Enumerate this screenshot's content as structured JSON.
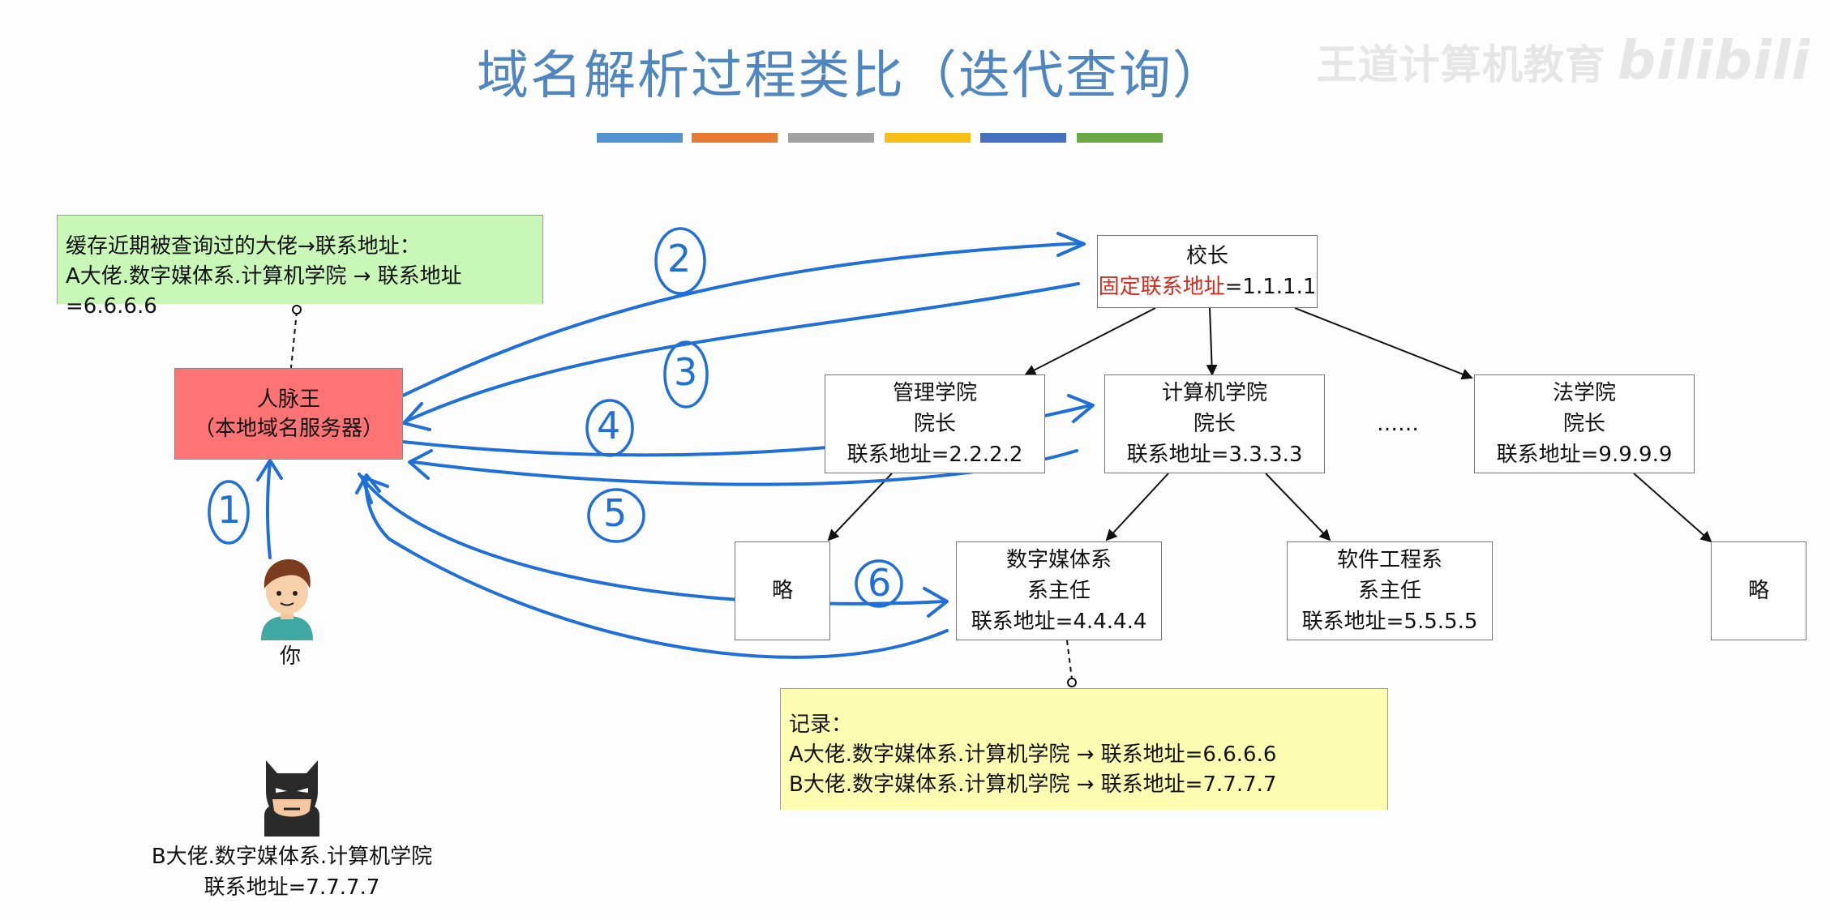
{
  "title": "域名解析过程类比（迭代查询）",
  "watermark": {
    "text": "王道计算机教育",
    "logo": "bilibili"
  },
  "color_bars": [
    "#5394d0",
    "#e77b34",
    "#a2a2a2",
    "#f8bf17",
    "#4470c0",
    "#6aa845"
  ],
  "cache_note": {
    "line1": "缓存近期被查询过的大佬→联系地址：",
    "line2": "A大佬.数字媒体系.计算机学院 → 联系地址=6.6.6.6"
  },
  "local_dns": {
    "line1": "人脉王",
    "line2": "（本地域名服务器）"
  },
  "you": {
    "label": "你"
  },
  "b_person": {
    "line1": "B大佬.数字媒体系.计算机学院",
    "line2": "联系地址=7.7.7.7"
  },
  "principal": {
    "title": "校长",
    "fixed_label": "固定联系地址",
    "addr": "=1.1.1.1"
  },
  "colleges": {
    "management": {
      "line1": "管理学院",
      "line2": "院长",
      "line3": "联系地址=2.2.2.2"
    },
    "computer": {
      "line1": "计算机学院",
      "line2": "院长",
      "line3": "联系地址=3.3.3.3"
    },
    "ellipsis": "……",
    "law": {
      "line1": "法学院",
      "line2": "院长",
      "line3": "联系地址=9.9.9.9"
    }
  },
  "departments": {
    "omit_left": "略",
    "digital_media": {
      "line1": "数字媒体系",
      "line2": "系主任",
      "line3": "联系地址=4.4.4.4"
    },
    "software": {
      "line1": "软件工程系",
      "line2": "系主任",
      "line3": "联系地址=5.5.5.5"
    },
    "omit_right": "略"
  },
  "record_note": {
    "line1": "记录：",
    "line2": "A大佬.数字媒体系.计算机学院 → 联系地址=6.6.6.6",
    "line3": "B大佬.数字媒体系.计算机学院 → 联系地址=7.7.7.7"
  },
  "steps": [
    "1",
    "2",
    "3",
    "4",
    "5",
    "6"
  ],
  "colors": {
    "title": "#4f86c0",
    "dns_box": "#fe7374",
    "cache_note": "#c8f7b7",
    "record_note": "#fdfdb1",
    "annotation": "#1e6fd8",
    "fixed_address": "#d42b1f"
  }
}
